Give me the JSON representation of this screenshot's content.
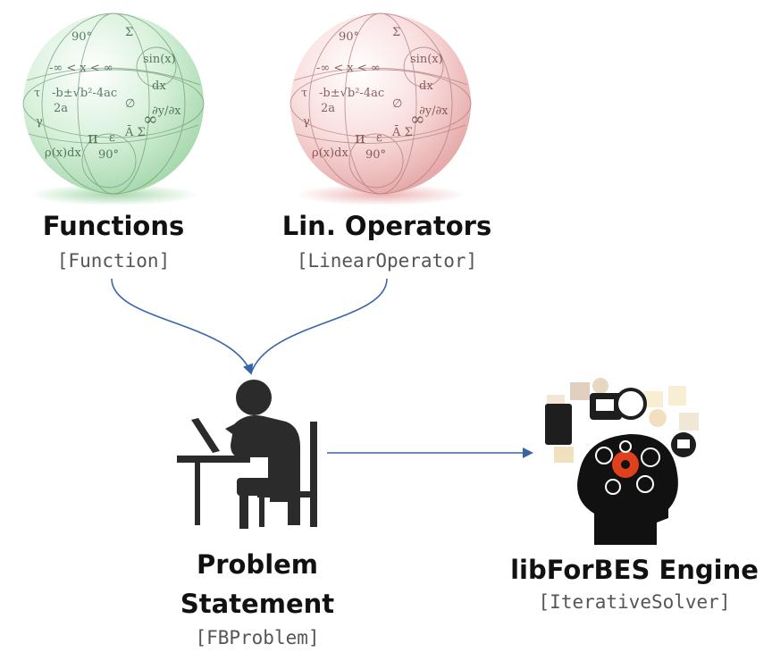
{
  "nodes": {
    "functions": {
      "title": "Functions",
      "type": "[Function]",
      "color": "#bfe6c4"
    },
    "operators": {
      "title": "Lin. Operators",
      "type": "[LinearOperator]",
      "color": "#f3c3c3"
    },
    "problem": {
      "title_line1": "Problem",
      "title_line2": "Statement",
      "type": "[FBProblem]"
    },
    "engine": {
      "title": "libForBES Engine",
      "type": "[IterativeSolver]"
    }
  },
  "edges": [
    {
      "from": "functions",
      "to": "problem"
    },
    {
      "from": "operators",
      "to": "problem"
    },
    {
      "from": "problem",
      "to": "engine"
    }
  ],
  "colors": {
    "arrow": "#3a64a8",
    "figure": "#2b2b2b",
    "gear": "#e0401c"
  }
}
